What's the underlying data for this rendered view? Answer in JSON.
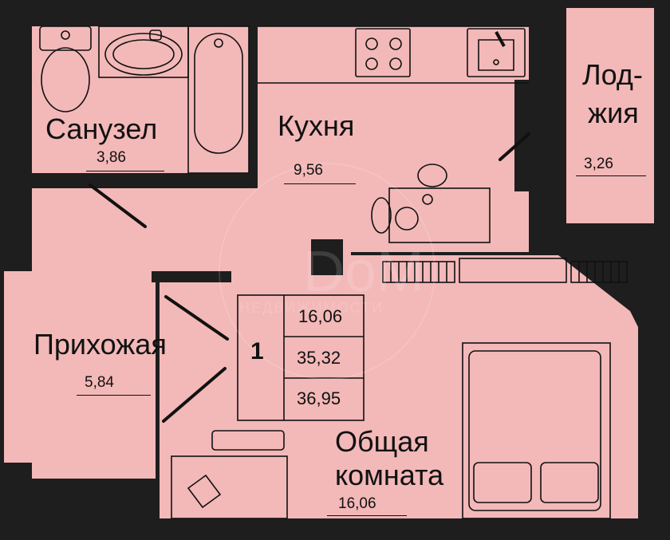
{
  "colors": {
    "background": "#1e1e1e",
    "room_fill": "#f3b8b8",
    "line": "#111111"
  },
  "rooms": {
    "bathroom": {
      "name": "Санузел",
      "area": "3,86"
    },
    "kitchen": {
      "name": "Кухня",
      "area": "9,56"
    },
    "loggia": {
      "name_line1": "Лод-",
      "name_line2": "жия",
      "area": "3,26"
    },
    "hallway": {
      "name": "Прихожая",
      "area": "5,84"
    },
    "living_room": {
      "name_line1": "Общая",
      "name_line2": "комната",
      "area": "16,06"
    }
  },
  "summary_table": {
    "rooms_count": "1",
    "living_area": "16,06",
    "total_area": "35,32",
    "total_area_with_loggia": "36,95"
  },
  "watermark": {
    "logo": "DoM",
    "tagline": "НЕДВИЖИМОСТИ"
  }
}
